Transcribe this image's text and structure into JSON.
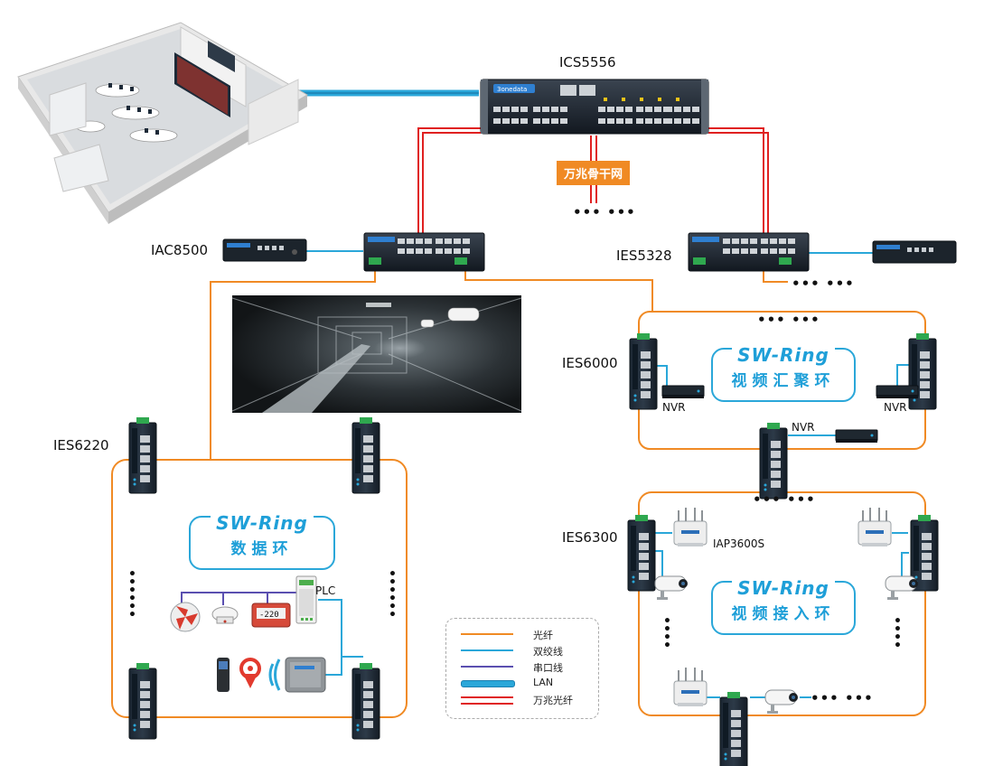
{
  "labels": {
    "core_switch": "ICS5556",
    "backbone_tag": "万兆骨干网",
    "iac": "IAC8500",
    "ies5328": "IES5328",
    "ies6000": "IES6000",
    "ies6220": "IES6220",
    "ies6300": "IES6300",
    "iap": "IAP3600S",
    "nvr1": "NVR",
    "nvr2": "NVR",
    "nvr3": "NVR",
    "plc": "PLC",
    "brand": "3onedata",
    "meter_value": "-220"
  },
  "rings": {
    "aggregation": {
      "title": "SW-Ring",
      "subtitle": "视频汇聚环"
    },
    "data": {
      "title": "SW-Ring",
      "subtitle": "数据环"
    },
    "access": {
      "title": "SW-Ring",
      "subtitle": "视频接入环"
    }
  },
  "ellipsis": "••• •••",
  "legend": [
    {
      "label": "光纤",
      "color": "#f08a24",
      "style": "fiber"
    },
    {
      "label": "双绞线",
      "color": "#2aa7d9",
      "style": "twisted"
    },
    {
      "label": "串口线",
      "color": "#5a4fb0",
      "style": "serial"
    },
    {
      "label": "LAN",
      "color": "#2aa7d9",
      "style": "lan"
    },
    {
      "label": "万兆光纤",
      "color": "#e02020",
      "style": "10g"
    }
  ],
  "colors": {
    "fiber": "#f08a24",
    "twisted": "#2aa7d9",
    "serial": "#5a4fb0",
    "backbone": "#e02020",
    "device_dark": "#1d2a38",
    "device_blue": "#1f4e8c"
  }
}
